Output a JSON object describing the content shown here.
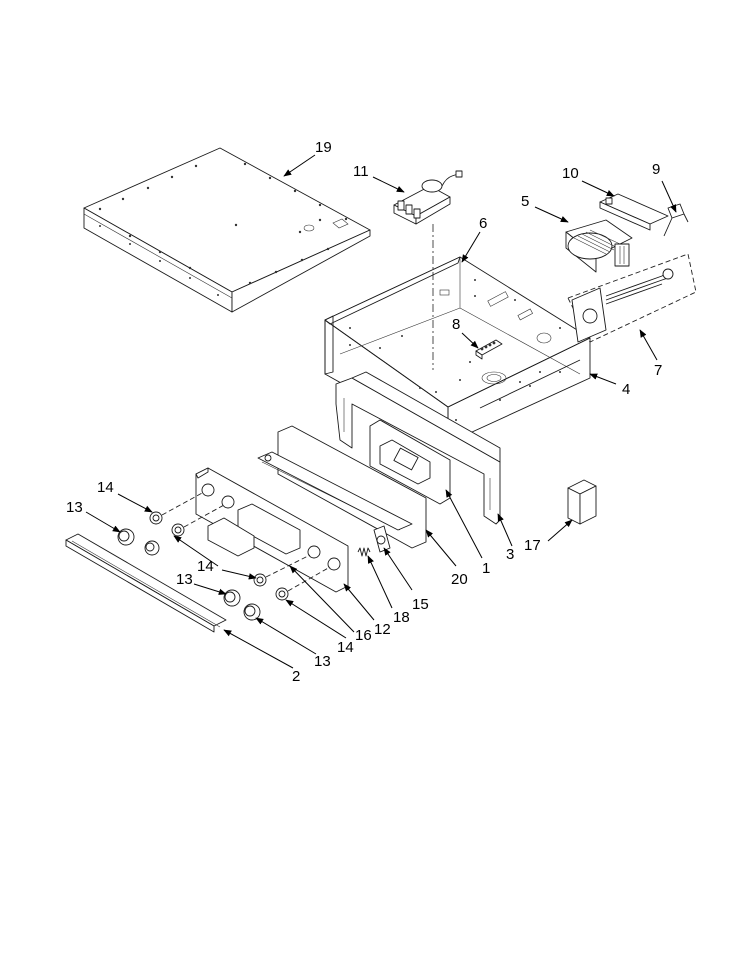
{
  "callouts": {
    "c1": "1",
    "c2": "2",
    "c3": "3",
    "c4": "4",
    "c5": "5",
    "c6": "6",
    "c7": "7",
    "c8": "8",
    "c9": "9",
    "c10": "10",
    "c11": "11",
    "c12": "12",
    "c13a": "13",
    "c13b": "13",
    "c13c": "13",
    "c14a": "14",
    "c14b": "14",
    "c14c": "14",
    "c15": "15",
    "c16": "16",
    "c17": "17",
    "c18": "18",
    "c19": "19",
    "c20": "20"
  }
}
